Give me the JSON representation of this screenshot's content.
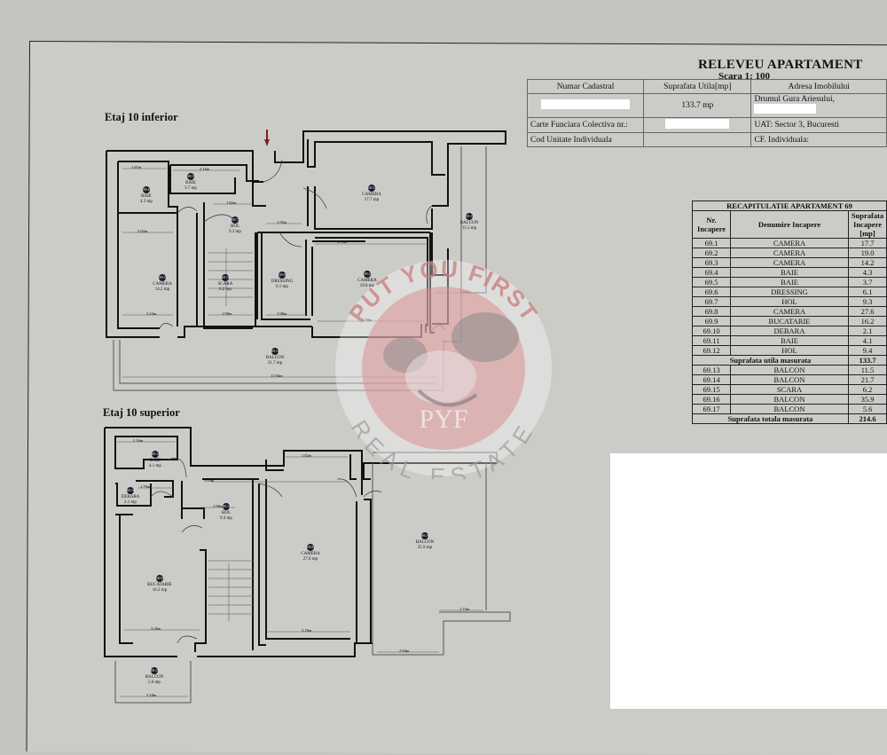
{
  "header": {
    "title": "RELEVEU APARTAMENT",
    "scale": "Scara 1: 100"
  },
  "info_table": {
    "col1_header": "Numar Cadastral",
    "col2_header": "Suprafata Utila[mp]",
    "col3_header": "Adresa Imobilului",
    "surface_value": "133.7 mp",
    "address_value": "Drumul Gura Ariesului,",
    "carte_funciara_label": "Carte Funciara Colectiva nr.:",
    "uat_value": "UAT: Sector 3, Bucuresti",
    "cod_unitate_label": "Cod Unitate Individuala",
    "cf_individuala_label": "CF. Individuala:"
  },
  "floors": {
    "lower_label": "Etaj 10 inferior",
    "upper_label": "Etaj 10 superior"
  },
  "rooms_plan": [
    {
      "id": "69.5",
      "name": "BAIE",
      "area": "3.7 mp"
    },
    {
      "id": "69.4",
      "name": "BAIE",
      "area": "4.3 mp"
    },
    {
      "id": "69.1",
      "name": "CAMERA",
      "area": "17.7 mp"
    },
    {
      "id": "69.13",
      "name": "BALCON",
      "area": "11.5 mp"
    },
    {
      "id": "69.7",
      "name": "HOL",
      "area": "9.3 mp"
    },
    {
      "id": "69.3",
      "name": "CAMERA",
      "area": "14.2 mp"
    },
    {
      "id": "69.15",
      "name": "SCARA",
      "area": "6.2 mp"
    },
    {
      "id": "69.6",
      "name": "DRESSING",
      "area": "6.1 mp"
    },
    {
      "id": "69.2",
      "name": "CAMERA",
      "area": "19.0 mp"
    },
    {
      "id": "69.14",
      "name": "BALCON",
      "area": "21.7 mp"
    },
    {
      "id": "69.11",
      "name": "BAIE",
      "area": "4.1 mp"
    },
    {
      "id": "69.10",
      "name": "DEBARA",
      "area": "2.1 mp"
    },
    {
      "id": "69.12",
      "name": "HOL",
      "area": "9.4 mp"
    },
    {
      "id": "69.9",
      "name": "BUCATARIE",
      "area": "16.2 mp"
    },
    {
      "id": "69.8",
      "name": "CAMERA",
      "area": "27.6 mp"
    },
    {
      "id": "69.16",
      "name": "BALCON",
      "area": "35.9 mp"
    },
    {
      "id": "69.17",
      "name": "BALCON",
      "area": "5.6 mp"
    }
  ],
  "dimensions": {
    "d1": "1.67m",
    "d2": "2.16m",
    "d3": "1.82m",
    "d4": "1.95m",
    "d5": "6.90m",
    "d6": "2.02m",
    "d7": "3.22m",
    "d8": "1.98m",
    "d9": "1.98m",
    "d10": "4.59m",
    "d11": "1.82m",
    "d12": "11.94m",
    "d13": "1.62m",
    "d14": "2.16m",
    "d15": "3.64m",
    "d16": "1.79m",
    "d17": "1.98m",
    "d18": "3.26m",
    "d19": "1.82m",
    "d20": "3.16m",
    "d21": "4.98m",
    "d22": "2.94m",
    "d23": "1.72m",
    "d24": "1.22m",
    "d25": "3.18m",
    "d26": "1.57m"
  },
  "recap": {
    "title": "RECAPITULATIE APARTAMENT 69",
    "headers": [
      "Nr. Incapere",
      "Denumire Incapere",
      "Suprafata Incapere [mp]"
    ],
    "rows": [
      [
        "69.1",
        "CAMERA",
        "17.7"
      ],
      [
        "69.2",
        "CAMERA",
        "19.0"
      ],
      [
        "69.3",
        "CAMERA",
        "14.2"
      ],
      [
        "69.4",
        "BAIE",
        "4.3"
      ],
      [
        "69.5",
        "BAIE",
        "3.7"
      ],
      [
        "69.6",
        "DRESSING",
        "6.1"
      ],
      [
        "69.7",
        "HOL",
        "9.3"
      ],
      [
        "69.8",
        "CAMERA",
        "27.6"
      ],
      [
        "69.9",
        "BUCATARIE",
        "16.2"
      ],
      [
        "69.10",
        "DEBARA",
        "2.1"
      ],
      [
        "69.11",
        "BAIE",
        "4.1"
      ],
      [
        "69.12",
        "HOL",
        "9.4"
      ]
    ],
    "subtotal_label": "Suprafata utila masurata",
    "subtotal_value": "133.7",
    "rows2": [
      [
        "69.13",
        "BALCON",
        "11.5"
      ],
      [
        "69.14",
        "BALCON",
        "21.7"
      ],
      [
        "69.15",
        "SCARA",
        "6.2"
      ],
      [
        "69.16",
        "BALCON",
        "35.9"
      ],
      [
        "69.17",
        "BALCON",
        "5.6"
      ]
    ],
    "total_label": "Suprafata totala masurata",
    "total_value": "214.6"
  },
  "watermark": {
    "top_text": "PUT YOU FIRST",
    "center_text": "PYF",
    "bottom_text": "REAL ESTATE",
    "color": "#d98f8f"
  }
}
